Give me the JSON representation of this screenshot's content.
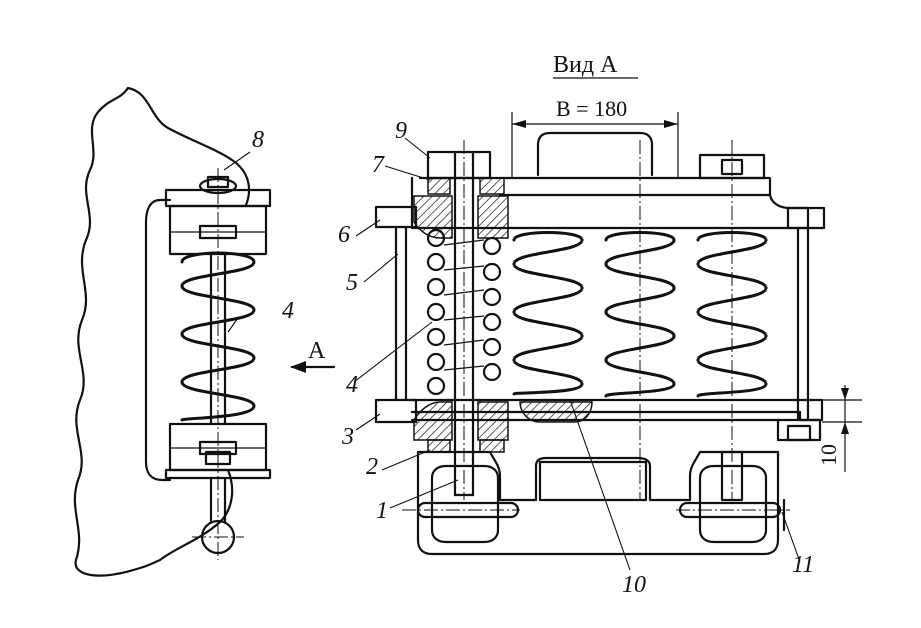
{
  "view_title": "Вид А",
  "dimension_width": "B = 180",
  "dimension_height": "10",
  "view_arrow_label": "А",
  "callouts": {
    "c1": "1",
    "c2": "2",
    "c3": "3",
    "c4_right": "4",
    "c4_left": "4",
    "c5": "5",
    "c6": "6",
    "c7": "7",
    "c8": "8",
    "c9": "9",
    "c10": "10",
    "c11": "11"
  }
}
